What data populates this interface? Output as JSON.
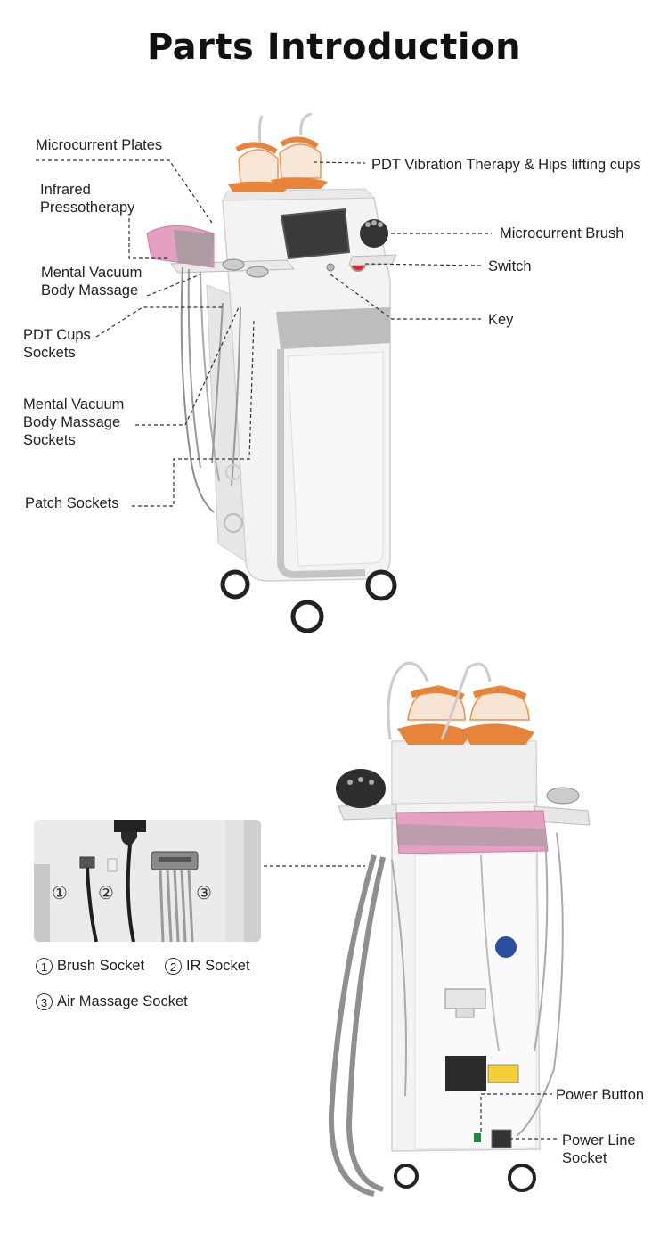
{
  "title": "Parts Introduction",
  "labels": {
    "microcurrent_plates": "Microcurrent Plates",
    "infrared_1": "Infrared",
    "infrared_2": "Pressotherapy",
    "mental_vacuum_1": "Mental Vacuum",
    "mental_vacuum_2": "Body Massage",
    "pdt_cups_1": "PDT Cups",
    "pdt_cups_2": "Sockets",
    "mental_sockets_1": "Mental Vacuum",
    "mental_sockets_2": "Body Massage",
    "mental_sockets_3": "Sockets",
    "patch_sockets": "Patch Sockets",
    "pdt_vibration": "PDT Vibration Therapy & Hips lifting cups",
    "microcurrent_brush": "Microcurrent Brush",
    "switch": "Switch",
    "key": "Key",
    "power_button": "Power Button",
    "power_line_1": "Power Line",
    "power_line_2": "Socket"
  },
  "inset": {
    "markers": [
      "①",
      "②",
      "③"
    ]
  },
  "legend": {
    "items": [
      {
        "num": "1",
        "text": "Brush Socket"
      },
      {
        "num": "2",
        "text": "IR Socket"
      },
      {
        "num": "3",
        "text": "Air Massage Socket"
      }
    ]
  },
  "colors": {
    "accent_orange": "#e8843a",
    "machine_white": "#f2f2f2",
    "machine_gray": "#b8b8b8",
    "pad_pink": "#e3a0c0",
    "switch_red": "#d8232a"
  }
}
